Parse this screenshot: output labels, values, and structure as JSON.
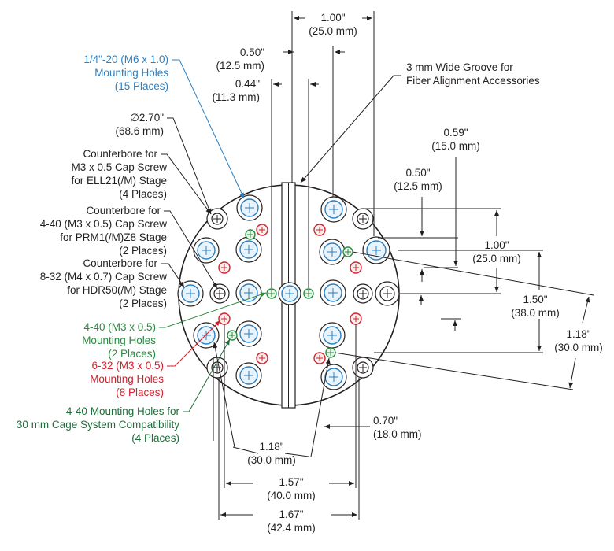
{
  "callouts": {
    "quarter20": {
      "line1": "1/4\"-20 (M6 x 1.0)",
      "line2": "Mounting Holes",
      "line3": "(15 Places)"
    },
    "diameter": {
      "line1": "∅2.70\"",
      "line2": "(68.6 mm)"
    },
    "ell21": {
      "line1": "Counterbore for",
      "line2": "M3 x 0.5 Cap Screw",
      "line3": "for ELL21(/M) Stage",
      "line4": "(4 Places)"
    },
    "prm1": {
      "line1": "Counterbore for",
      "line2": "4-40 (M3 x 0.5) Cap Screw",
      "line3": "for PRM1(/M)Z8 Stage",
      "line4": "(2 Places)"
    },
    "hdr50": {
      "line1": "Counterbore for",
      "line2": "8-32 (M4 x 0.7) Cap Screw",
      "line3": "for HDR50(/M) Stage",
      "line4": "(2 Places)"
    },
    "m440": {
      "line1": "4-40 (M3 x 0.5)",
      "line2": "Mounting Holes",
      "line3": "(2 Places)"
    },
    "m632": {
      "line1": "6-32 (M3 x 0.5)",
      "line2": "Mounting Holes",
      "line3": "(8 Places)"
    },
    "cage": {
      "line1": "4-40 Mounting Holes for",
      "line2": "30 mm Cage System Compatibility",
      "line3": "(4 Places)"
    },
    "groove": {
      "line1": "3 mm Wide Groove for",
      "line2": "Fiber Alignment Accessories"
    }
  },
  "dimensions": {
    "d100_top": {
      "in": "1.00\"",
      "mm": "(25.0 mm)"
    },
    "d050_top": {
      "in": "0.50\"",
      "mm": "(12.5 mm)"
    },
    "d044_top": {
      "in": "0.44\"",
      "mm": "(11.3 mm)"
    },
    "d059_right": {
      "in": "0.59\"",
      "mm": "(15.0 mm)"
    },
    "d050_right": {
      "in": "0.50\"",
      "mm": "(12.5 mm)"
    },
    "d100_right": {
      "in": "1.00\"",
      "mm": "(25.0 mm)"
    },
    "d150_right": {
      "in": "1.50\"",
      "mm": "(38.0 mm)"
    },
    "d118_right": {
      "in": "1.18\"",
      "mm": "(30.0 mm)"
    },
    "d070_bottom": {
      "in": "0.70\"",
      "mm": "(18.0 mm)"
    },
    "d118_bottom": {
      "in": "1.18\"",
      "mm": "(30.0 mm)"
    },
    "d157_bottom": {
      "in": "1.57\"",
      "mm": "(40.0 mm)"
    },
    "d167_bottom": {
      "in": "1.67\"",
      "mm": "(42.4 mm)"
    }
  }
}
